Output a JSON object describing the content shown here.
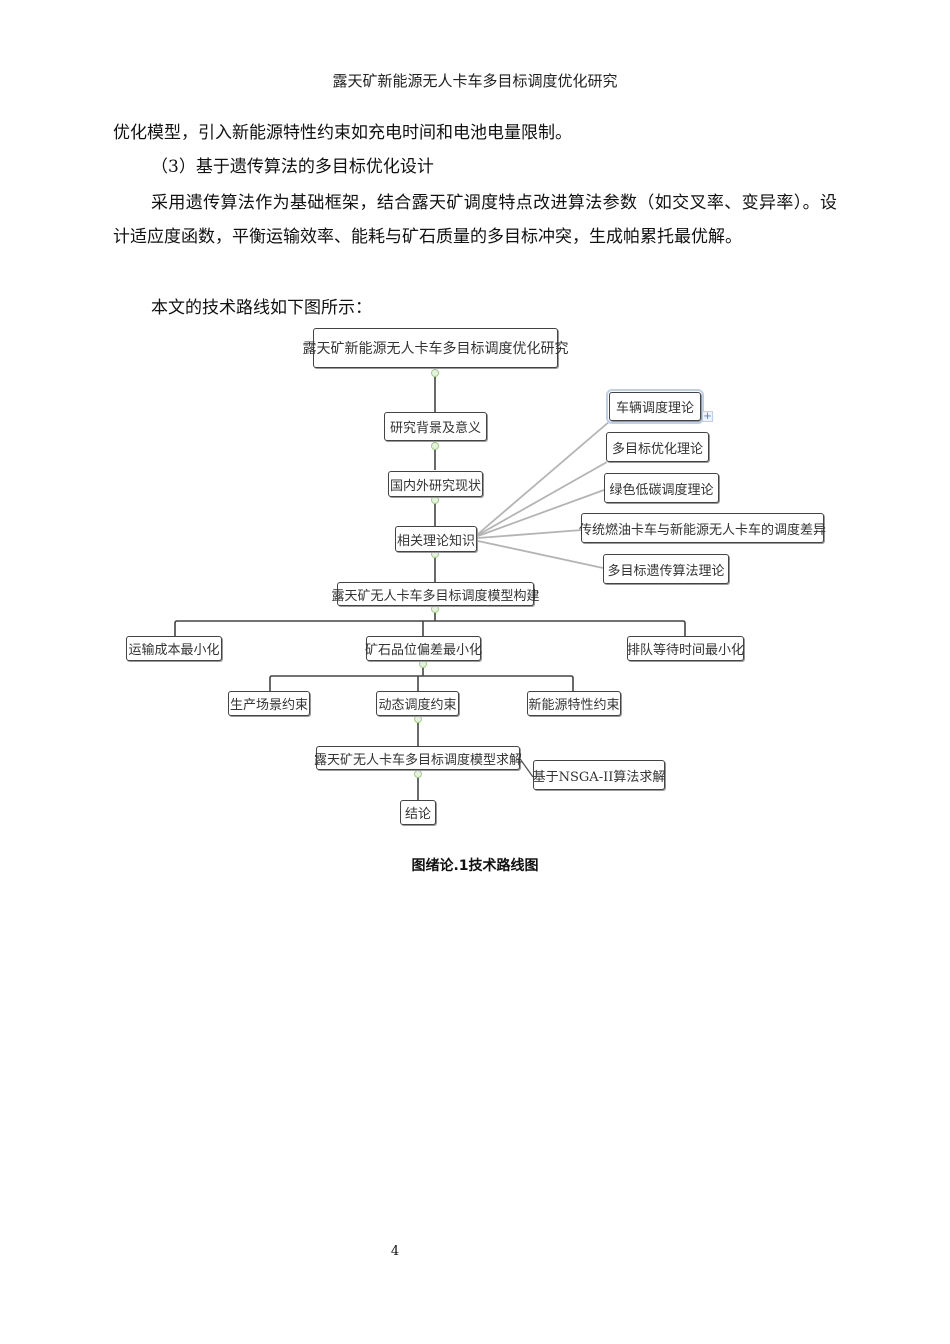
{
  "header": {
    "running_title": "露天矿新能源无人卡车多目标调度优化研究"
  },
  "body": {
    "paragraphs": [
      "优化模型，引入新能源特性约束如充电时间和电池电量限制。",
      "（3）基于遗传算法的多目标优化设计",
      "采用遗传算法作为基础框架，结合露天矿调度特点改进算法参数（如交叉率、变异率）。设计适应度函数，平衡运输效率、能耗与矿石质量的多目标冲突，生成帕累托最优解。",
      "本文的技术路线如下图所示："
    ]
  },
  "diagram": {
    "nodes": {
      "root": "露天矿新能源无人卡车多目标调度优化研究",
      "background": "研究背景及意义",
      "status": "国内外研究现状",
      "theory": "相关理论知识",
      "theory_children": [
        "车辆调度理论",
        "多目标优化理论",
        "绿色低碳调度理论",
        "传统燃油卡车与新能源无人卡车的调度差异",
        "多目标遗传算法理论"
      ],
      "model_build": "露天矿无人卡车多目标调度模型构建",
      "objectives": [
        "运输成本最小化",
        "矿石品位偏差最小化",
        "排队等待时间最小化"
      ],
      "constraints": [
        "生产场景约束",
        "动态调度约束",
        "新能源特性约束"
      ],
      "model_solve": "露天矿无人卡车多目标调度模型求解",
      "solve_method": "基于NSGA-II算法求解",
      "conclusion": "结论"
    },
    "expand_icon": "+",
    "collapse_icon": "⊖",
    "colors": {
      "line_main": "#444444",
      "line_branch": "#b0b0b0",
      "toggle": "#9fce86",
      "selection": "#bcd0ee"
    }
  },
  "figure": {
    "caption": "图绪论.1技术路线图"
  },
  "footer": {
    "page_number": "4"
  }
}
